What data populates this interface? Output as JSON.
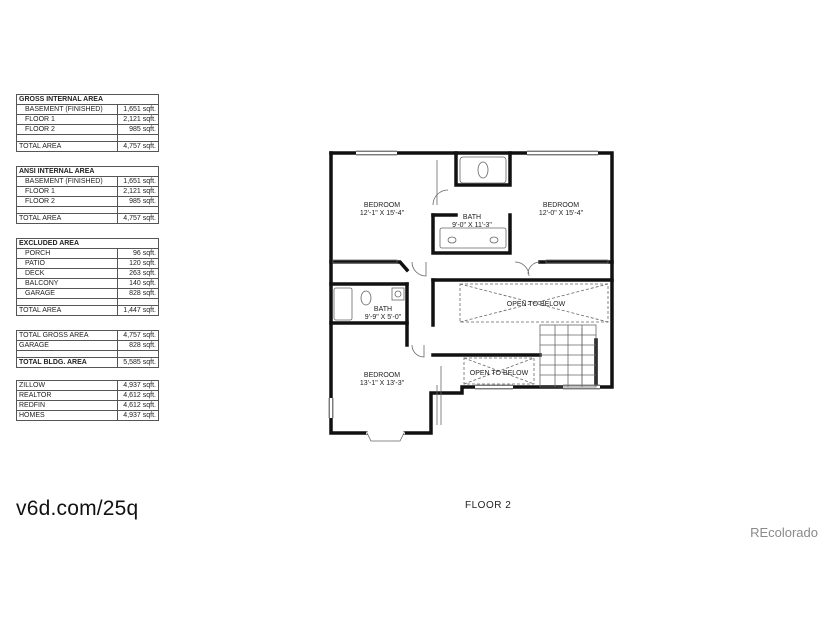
{
  "tables": {
    "gross": {
      "header": "GROSS INTERNAL AREA",
      "rows": [
        {
          "label": "BASEMENT (FINISHED)",
          "value": "1,651 sqft."
        },
        {
          "label": "FLOOR 1",
          "value": "2,121 sqft."
        },
        {
          "label": "FLOOR 2",
          "value": "985 sqft."
        }
      ],
      "total": {
        "label": "TOTAL AREA",
        "value": "4,757 sqft."
      }
    },
    "ansi": {
      "header": "ANSI INTERNAL AREA",
      "rows": [
        {
          "label": "BASEMENT (FINISHED)",
          "value": "1,651 sqft."
        },
        {
          "label": "FLOOR 1",
          "value": "2,121 sqft."
        },
        {
          "label": "FLOOR 2",
          "value": "985 sqft."
        }
      ],
      "total": {
        "label": "TOTAL AREA",
        "value": "4,757 sqft."
      }
    },
    "excluded": {
      "header": "EXCLUDED AREA",
      "rows": [
        {
          "label": "PORCH",
          "value": "96 sqft."
        },
        {
          "label": "PATIO",
          "value": "120 sqft."
        },
        {
          "label": "DECK",
          "value": "263 sqft."
        },
        {
          "label": "BALCONY",
          "value": "140 sqft."
        },
        {
          "label": "GARAGE",
          "value": "828 sqft."
        }
      ],
      "total": {
        "label": "TOTAL AREA",
        "value": "1,447 sqft."
      }
    },
    "summary": {
      "gross_label": "TOTAL GROSS AREA",
      "gross_value": "4,757 sqft.",
      "garage_label": "GARAGE",
      "garage_value": "828 sqft.",
      "bldg_label": "TOTAL BLDG. AREA",
      "bldg_value": "5,585 sqft."
    },
    "estimates": {
      "rows": [
        {
          "label": "ZILLOW",
          "value": "4,937 sqft."
        },
        {
          "label": "REALTOR",
          "value": "4,612 sqft."
        },
        {
          "label": "REDFIN",
          "value": "4,612 sqft."
        },
        {
          "label": "HOMES",
          "value": "4,937 sqft."
        }
      ]
    }
  },
  "rooms": {
    "bedroom_nw": {
      "name": "BEDROOM",
      "dims": "12'-1\" X 15'-4\""
    },
    "bedroom_ne": {
      "name": "BEDROOM",
      "dims": "12'-0\" X 15'-4\""
    },
    "bath_center": {
      "name": "BATH",
      "dims": "9'-0\" X 11'-3\""
    },
    "bath_west": {
      "name": "BATH",
      "dims": "9'-9\" X 5'-0\""
    },
    "bedroom_sw": {
      "name": "BEDROOM",
      "dims": "13'-1\" X 13'-3\""
    },
    "open_east": {
      "name": "OPEN TO BELOW"
    },
    "open_center": {
      "name": "OPEN TO BELOW"
    }
  },
  "tour_link": "v6d.com/25q",
  "floor_label": "FLOOR 2",
  "watermark": "REcolorado",
  "colors": {
    "wall": "#111111",
    "text": "#222222",
    "watermark": "#8a8a8a"
  }
}
